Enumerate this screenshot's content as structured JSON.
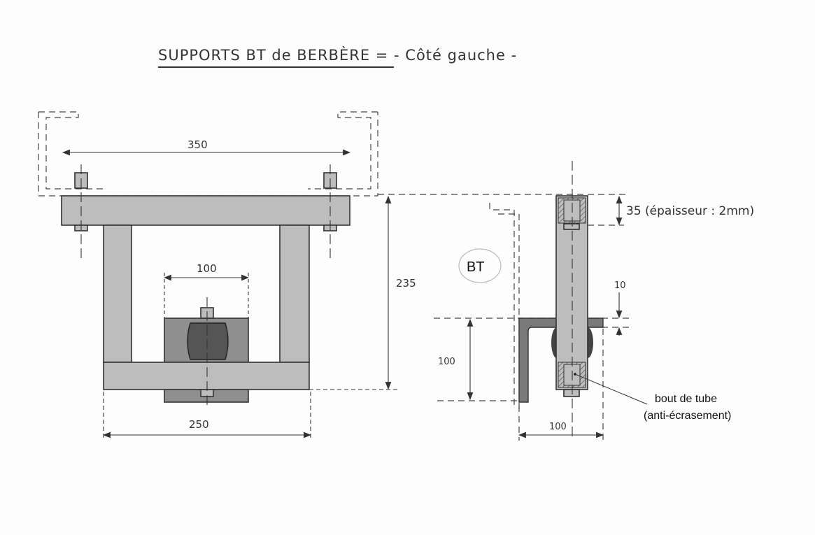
{
  "title": "SUPPORTS BT de BERBÈRE = - Côté gauche -",
  "front_view": {
    "dim_top_width": "350",
    "dim_roller_width": "100",
    "dim_height": "235",
    "dim_bottom_width": "250"
  },
  "side_view": {
    "label_bt": "BT",
    "dim_tube": "35 (épaisseur : 2mm)",
    "dim_gap": "10",
    "dim_angle_height": "100",
    "dim_angle_width": "100",
    "note_line1": "bout de tube",
    "note_line2": "(anti-écrasement)"
  }
}
